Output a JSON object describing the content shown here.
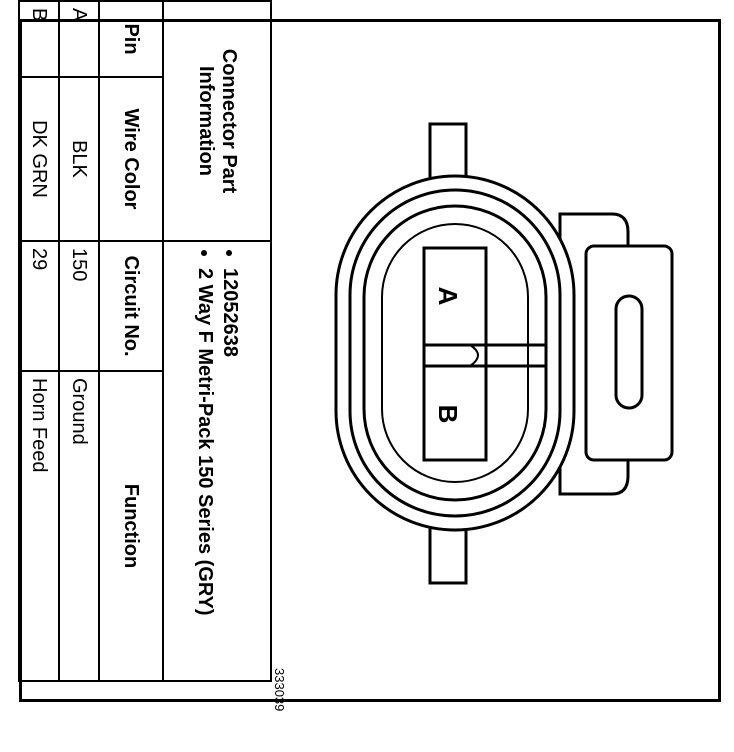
{
  "connector_info": {
    "label": "Connector Part Information",
    "items": [
      "12052638",
      "2 Way F Metri-Pack 150 Series (GRY)"
    ]
  },
  "table": {
    "headers": {
      "pin": "Pin",
      "wire_color": "Wire Color",
      "circuit": "Circuit No.",
      "function": "Function"
    },
    "rows": [
      {
        "pin": "A",
        "wire_color": "BLK",
        "circuit": "150",
        "function": "Ground"
      },
      {
        "pin": "B",
        "wire_color": "DK GRN",
        "circuit": "29",
        "function": "Horn Feed"
      }
    ]
  },
  "diagram": {
    "cavity_a": "A",
    "cavity_b": "B",
    "ref_number": "333039"
  }
}
